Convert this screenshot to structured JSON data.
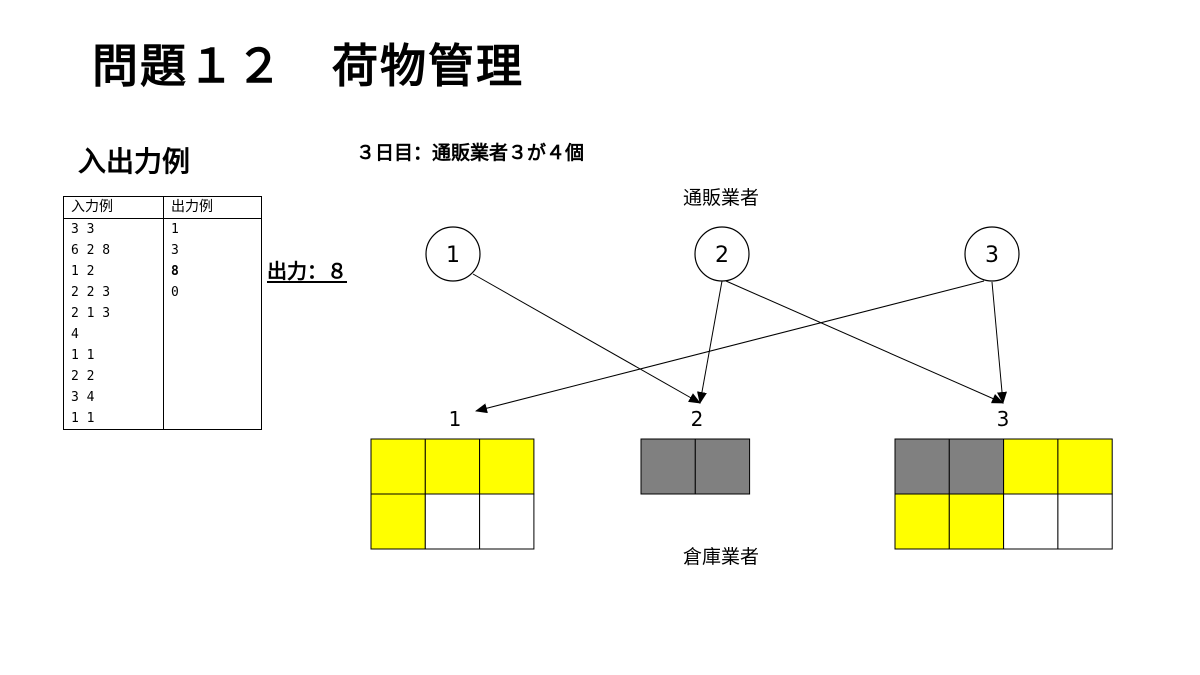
{
  "title": "問題１２　荷物管理",
  "io_heading": "入出力例",
  "day_caption": "３日目：通販業者３が４個",
  "output_callout": "出力：８",
  "io_table": {
    "headers": [
      "入力例",
      "出力例"
    ],
    "input_lines": [
      "3 3",
      "6 2 8",
      "1 2",
      "2 2 3",
      "2 1 3",
      "4",
      "1 1",
      "2 2",
      "3 4",
      "1 1"
    ],
    "output_lines": [
      "1",
      "3",
      "8",
      "0"
    ],
    "bold_output_index": 2
  },
  "diagram": {
    "supplier_label": "通販業者",
    "warehouse_label": "倉庫業者",
    "suppliers": [
      "1",
      "2",
      "3"
    ],
    "warehouses": [
      {
        "label": "1",
        "cols": 3,
        "rows": 2,
        "cells": [
          "yellow",
          "yellow",
          "yellow",
          "yellow",
          "white",
          "white"
        ]
      },
      {
        "label": "2",
        "cols": 2,
        "rows": 1,
        "cells": [
          "gray",
          "gray"
        ]
      },
      {
        "label": "3",
        "cols": 4,
        "rows": 2,
        "cells": [
          "gray",
          "gray",
          "yellow",
          "yellow",
          "yellow",
          "yellow",
          "white",
          "white"
        ]
      }
    ],
    "edges": [
      {
        "from": "1",
        "to": "2"
      },
      {
        "from": "2",
        "to": "2"
      },
      {
        "from": "2",
        "to": "3"
      },
      {
        "from": "3",
        "to": "1"
      },
      {
        "from": "3",
        "to": "3"
      }
    ],
    "colors": {
      "yellow": "#ffff00",
      "gray": "#808080",
      "white": "#ffffff",
      "stroke": "#000000"
    }
  }
}
